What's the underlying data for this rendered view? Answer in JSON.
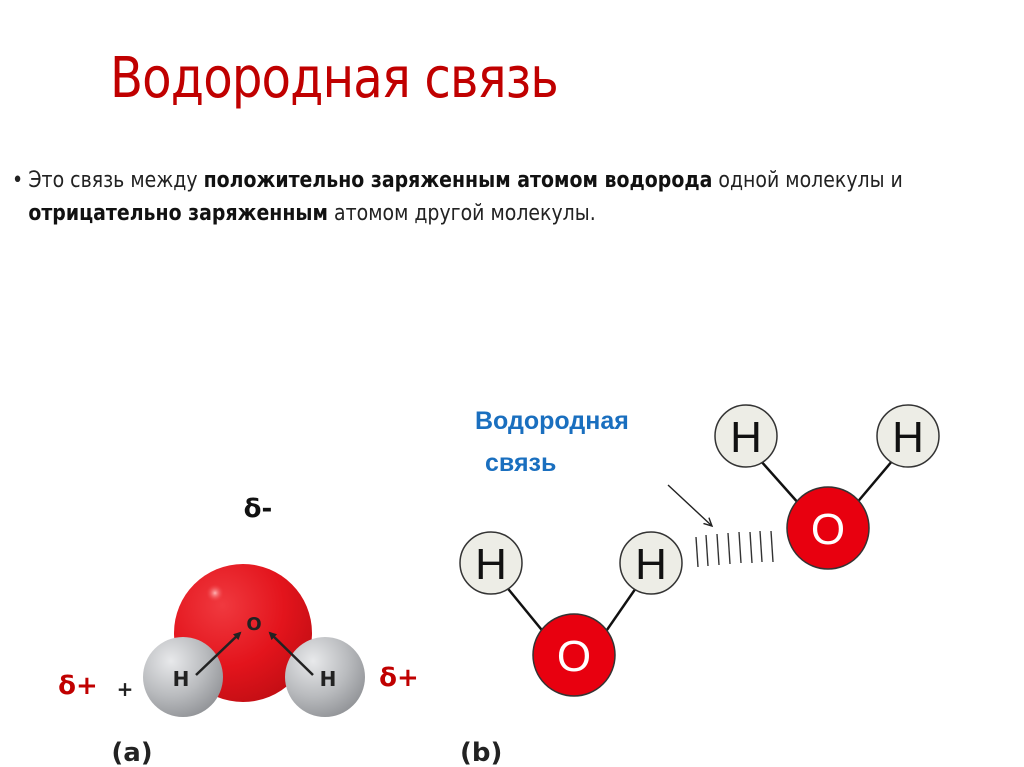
{
  "slide": {
    "title": "Водородная связь",
    "title_color": "#C00000",
    "bullet": {
      "marker": "•",
      "parts": [
        {
          "text": "Это связь между ",
          "bold": false
        },
        {
          "text": "положительно заряженным атомом водорода",
          "bold": true
        },
        {
          "text": " одной молекулы и ",
          "bold": false
        },
        {
          "text": "отрицательно заряженным",
          "bold": true
        },
        {
          "text": " атомом другой молекулы.",
          "bold": false
        }
      ]
    }
  },
  "figure_a": {
    "caption": "(a)",
    "oxygen_label": "O",
    "hydrogen_left_label": "H",
    "hydrogen_right_label": "H",
    "delta_minus": "δ-",
    "delta_plus_left": "δ+",
    "delta_plus_right": "δ+",
    "plus_sign": "+",
    "delta_plus_color": "#C00000",
    "oxygen_color": "#E8141E",
    "hydrogen_color": "#B8BABD"
  },
  "figure_b": {
    "caption": "(b)",
    "label_line1": "Водородная",
    "label_line2": "связь",
    "label_color": "#1A6FBF",
    "molecule1": {
      "h_left": "H",
      "h_right": "H",
      "oxygen": "O"
    },
    "molecule2": {
      "h_left": "H",
      "h_right": "H",
      "oxygen": "O"
    },
    "oxygen_color": "#E8000F",
    "hydrogen_color": "#EDEDE6"
  }
}
